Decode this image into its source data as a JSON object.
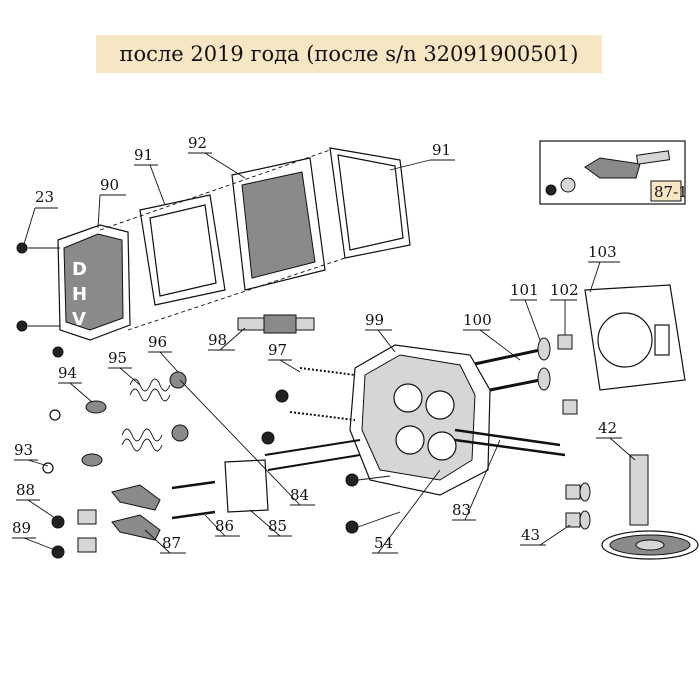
{
  "title": "после 2019 года (после s/n 32091900501)",
  "callouts": {
    "c23": "23",
    "c90": "90",
    "c91a": "91",
    "c92": "92",
    "c91b": "91",
    "c87_1": "87-1",
    "c103": "103",
    "c102": "102",
    "c101": "101",
    "c100": "100",
    "c99": "99",
    "c98": "98",
    "c97": "97",
    "c95": "95",
    "c96": "96",
    "c94": "94",
    "c93": "93",
    "c88": "88",
    "c89": "89",
    "c87": "87",
    "c86": "86",
    "c85": "85",
    "c84": "84",
    "c83": "83",
    "c54": "54",
    "c42": "42",
    "c43": "43"
  },
  "cover_lettering": "DHV"
}
